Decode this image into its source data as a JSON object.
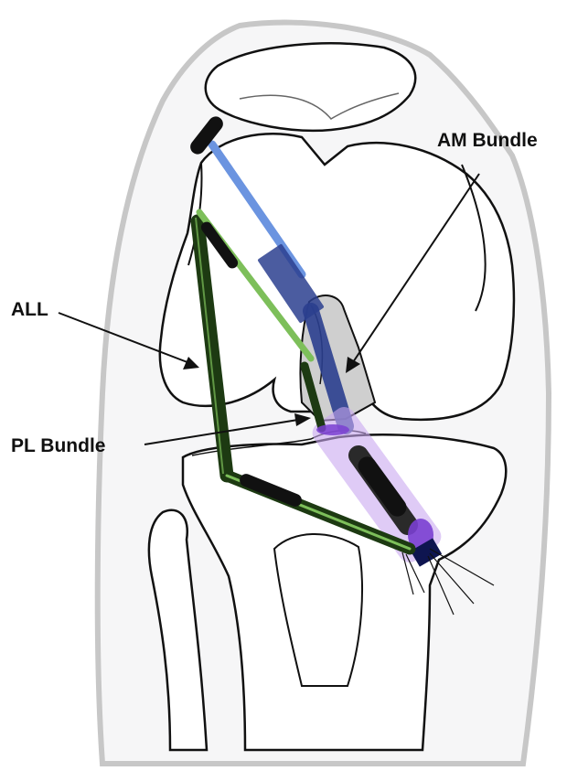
{
  "labels": {
    "am_bundle": "AM Bundle",
    "all": "ALL",
    "pl_bundle": "PL Bundle"
  },
  "colors": {
    "background": "#ffffff",
    "limb_outline": "#c7c7c7",
    "limb_fill": "#f6f6f7",
    "bone_stroke": "#111111",
    "bone_fill": "#ffffff",
    "notch_fill": "#cfcfcf",
    "all_graft": "#1d3a12",
    "all_graft_light": "#7dbf5a",
    "am_graft_light": "#6b94e0",
    "am_graft_dark": "#2b3f8f",
    "pl_tunnel": "#c9a8f0",
    "tibial_tunnel_dark": "#2a2a2a",
    "fixation_purple": "#7a3fd1",
    "label_text": "#111111"
  }
}
